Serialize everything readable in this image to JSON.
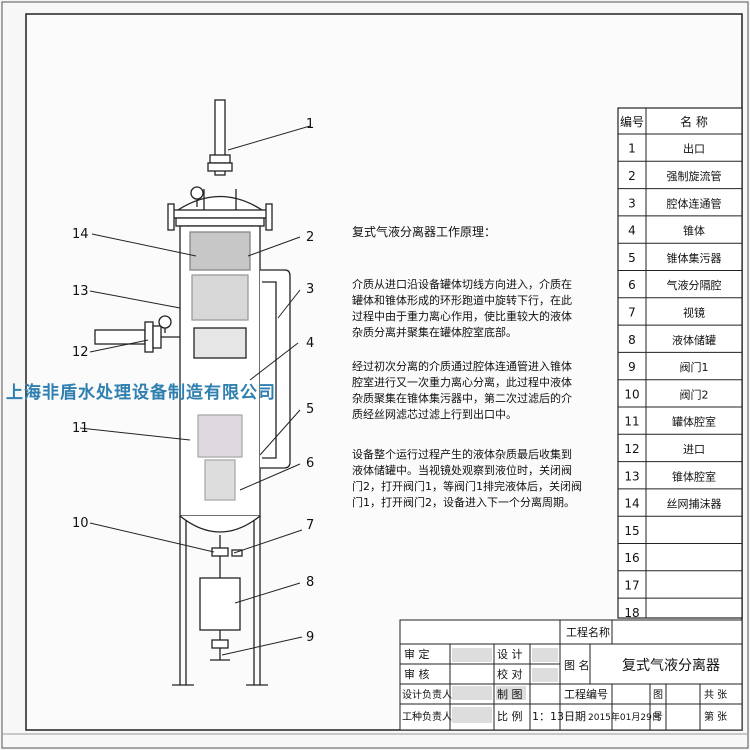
{
  "principle": {
    "title": "复式气液分离器工作原理：",
    "p1": [
      "介质从进口沿设备罐体切线方向进入，介质在",
      "罐体和锥体形成的环形跑道中旋转下行，在此",
      "过程中由于重力离心作用，使比重较大的液体",
      "杂质分离并聚集在罐体腔室底部。"
    ],
    "p2": [
      "经过初次分离的介质通过腔体连通管进入锥体",
      "腔室进行又一次重力离心分离，此过程中液体",
      "杂质聚集在锥体集污器中，第二次过滤后的介",
      "质经丝网滤芯过滤上行到出口中。"
    ],
    "p3": [
      "设备整个运行过程产生的液体杂质最后收集到",
      "液体储罐中。当视镜处观察到液位时，关闭阀",
      "门2，打开阀门1，等阀门1排完液体后，关闭阀",
      "门1，打开阀门2，设备进入下一个分离周期。"
    ]
  },
  "parts_table": {
    "header_no": "编号",
    "header_name": "名  称",
    "rows": [
      {
        "no": "1",
        "name": "出口"
      },
      {
        "no": "2",
        "name": "强制旋流管"
      },
      {
        "no": "3",
        "name": "腔体连通管"
      },
      {
        "no": "4",
        "name": "锥体"
      },
      {
        "no": "5",
        "name": "锥体集污器"
      },
      {
        "no": "6",
        "name": "气液分隔腔"
      },
      {
        "no": "7",
        "name": "视镜"
      },
      {
        "no": "8",
        "name": "液体储罐"
      },
      {
        "no": "9",
        "name": "阀门1"
      },
      {
        "no": "10",
        "name": "阀门2"
      },
      {
        "no": "11",
        "name": "罐体腔室"
      },
      {
        "no": "12",
        "name": "进口"
      },
      {
        "no": "13",
        "name": "锥体腔室"
      },
      {
        "no": "14",
        "name": "丝网捕沫器"
      },
      {
        "no": "15",
        "name": ""
      },
      {
        "no": "16",
        "name": ""
      },
      {
        "no": "17",
        "name": ""
      },
      {
        "no": "18",
        "name": ""
      }
    ]
  },
  "leaders": [
    "1",
    "2",
    "3",
    "4",
    "5",
    "6",
    "7",
    "8",
    "9",
    "10",
    "11",
    "12",
    "13",
    "14"
  ],
  "title_block": {
    "project_name_label": "工程名称",
    "drawing_label": "图  名",
    "drawing_name": "复式气液分离器",
    "project_no_label": "工程编号",
    "sheet_label": "图",
    "total_label": "共  张",
    "page_label": "第  张",
    "review_label": "审    定",
    "check_label": "审    核",
    "design_lead_label": "设计负责人",
    "trade_lead_label": "工种负责人",
    "design_label": "设  计",
    "proofread_label": "校  对",
    "draw_label": "制  图",
    "scale_label": "比  例",
    "scale_value": "1：13",
    "date_label": "日期",
    "date_value": "2015年01月29日",
    "no_label": "号"
  },
  "watermark": "上海非盾水处理设备制造有限公司"
}
